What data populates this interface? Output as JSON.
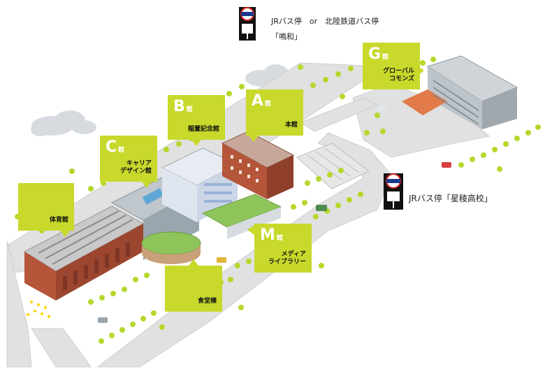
{
  "bus_stops": {
    "top": {
      "line1": "JRバス停　or　北陸鉄道バス停",
      "line2": "「鳴和」",
      "sign": "BUS STOP"
    },
    "right": {
      "line1": "JRバス停「星稜高校」",
      "sign": "BUS STOP"
    }
  },
  "buildings": [
    {
      "letter": "A",
      "suffix": "館",
      "name": "本館"
    },
    {
      "letter": "B",
      "suffix": "館",
      "name": "稲置記念館"
    },
    {
      "letter": "C",
      "suffix": "館",
      "name": "キャリア\nデザイン館"
    },
    {
      "letter": "G",
      "suffix": "館",
      "name": "グローバル\nコモンズ"
    },
    {
      "letter": "M",
      "suffix": "館",
      "name": "メディア\nライブラリー"
    },
    {
      "letter": "",
      "suffix": "",
      "name": "体育館"
    },
    {
      "letter": "",
      "suffix": "",
      "name": "食堂棟"
    }
  ],
  "colors": {
    "label_bg": "#c8d92c",
    "tree": "#b4d82c",
    "road": "#dcdcdc",
    "brick": "#b5553a",
    "bus_sign_red": "#d62020",
    "bus_sign_blue": "#1a3b8c"
  }
}
